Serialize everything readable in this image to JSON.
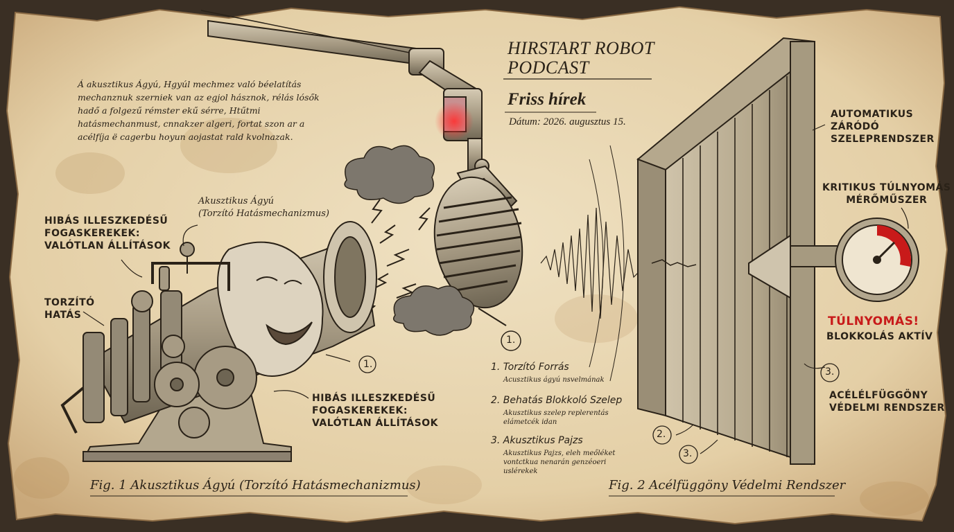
{
  "header": {
    "title": "HIRSTART ROBOT\nPODCAST",
    "subtitle": "Friss hírek",
    "date": "Dátum: 2026. augusztus 15."
  },
  "intro_text": "Á akusztikus Ágyú, Hgyúl mechmez való béelatítás mechanznuk szerniek van az egjol hásznok, rélás lósők hadő a folgezű rémster ekű sérre, Htűtmi hatásmechanmust, cnnakzer algeri, fortat szon ar a acélfíja ë cagerbu hoyun aojastat rald kvolnazak.",
  "left_fig": {
    "cannon_label": "Akusztikus Ágyú\n(Torzító Hatásmechanizmus)",
    "gears_label_top": "HIBÁS ILLESZKEDÉSŰ\nFOGASKEREKEK:\nVALÓTLAN ÁLLÍTÁSOK",
    "distortion_label": "TORZÍTÓ\nHATÁS",
    "gears_label_bottom": "HIBÁS ILLESZKEDÉSŰ\nFOGASKEREKEK:\nVALÓTLAN ÁLLÍTÁSOK",
    "marker": "1.",
    "caption": "Fig. 1 Akusztikus Ágyú (Torzító Hatásmechanizmus)"
  },
  "mic_marker": "1.",
  "legend": [
    {
      "title": "1. Torzító Forrás",
      "sub": "Acusztikus ágyú nsvelmának"
    },
    {
      "title": "2. Behatás Blokkoló Szelep",
      "sub": "Akusztikus szelep replerentás elámetcék idan"
    },
    {
      "title": "3. Akusztikus Pajzs",
      "sub": "Akusztikus Pajzs, eleh meőléket vontctkua nenarán genzéoeri uslérekek"
    }
  ],
  "right_fig": {
    "auto_label": "AUTOMATIKUS\nZÁRÓDÓ\nSZELEPRENDSZER",
    "gauge_label": "KRITIKUS TÚLNYOMÁS\nMÉRŐMŰSZER",
    "overpressure": "TÚLNYOMÁS!",
    "blocking": "BLOKKOLÁS AKTÍV",
    "curtain_label": "ACÉLÉLFÜGGÖNY\nVÉDELMI RENDSZER",
    "marker_2": "2.",
    "marker_3a": "3.",
    "marker_3b": "3.",
    "caption": "Fig. 2 Acélfüggöny Védelmi Rendszer"
  },
  "colors": {
    "paper": "#e8d7b4",
    "ink": "#2a2218",
    "alert": "#c81a1a"
  }
}
